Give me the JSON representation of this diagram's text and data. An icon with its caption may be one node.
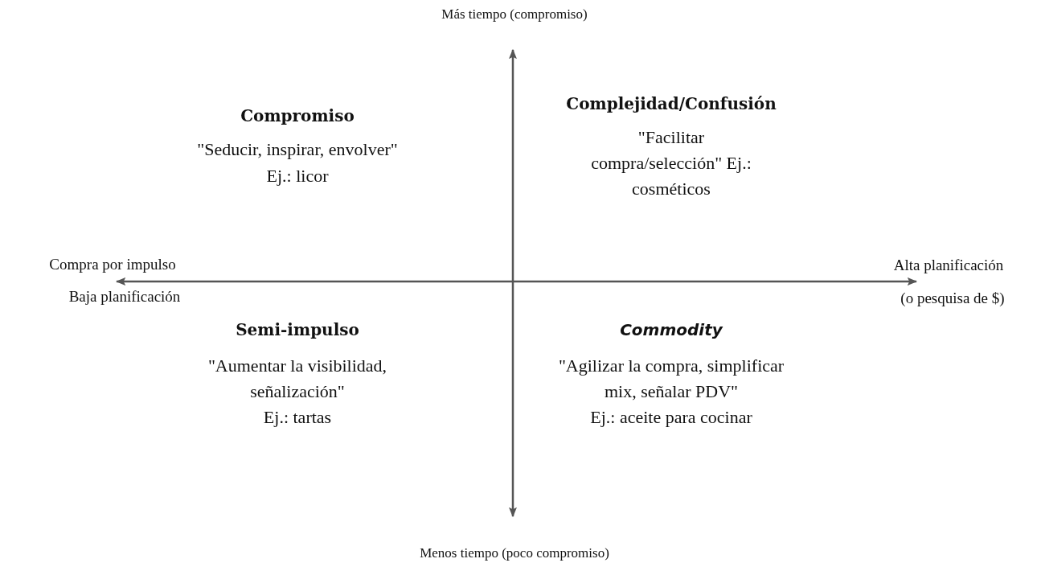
{
  "diagram": {
    "labels": [
      "Más tiempo (compromiso)",
      "Compromiso",
      "Complejidad/Confusión",
      "\"Seducir, inspirar, envolver\"",
      "Ej.: licor",
      "\"Facilitar compra/selección\" Ej.: cosméticos",
      "Compra por impulso",
      "Alta planificación",
      "Baja planificación",
      "(o pesquisa de $)",
      "Semi-impulso",
      "Commodity",
      "\"Aumentar la visibilidad, señalización\"",
      "\"Agilizar la compra, simplificar mix, señalar PDV\"",
      "Ej.: tartas",
      "Ej.: aceite para cocinar",
      "Menos tiempo (poco compromiso)"
    ]
  }
}
